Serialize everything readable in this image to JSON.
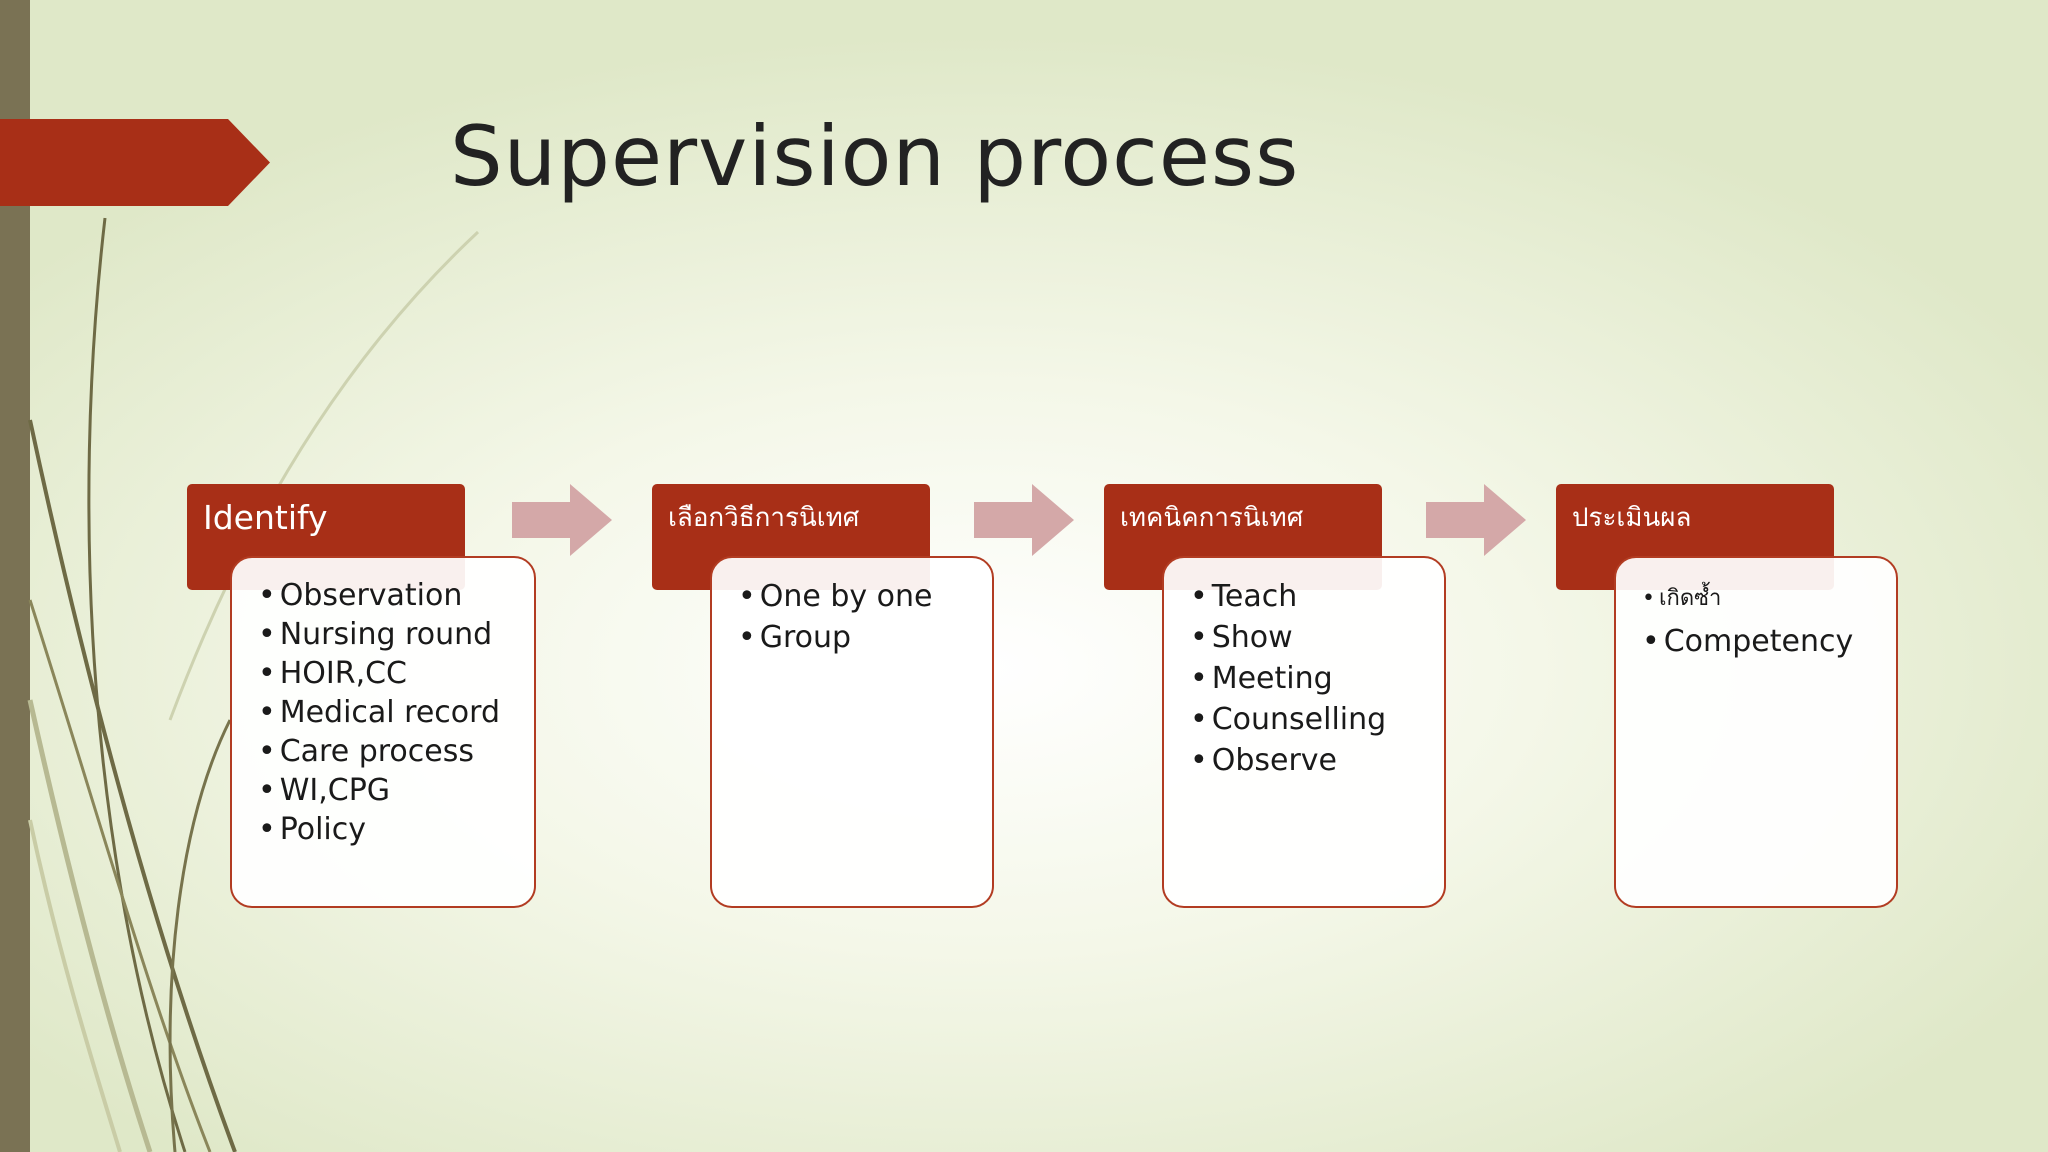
{
  "slide": {
    "title": "Supervision process",
    "colors": {
      "accent": "#a82f17",
      "box_border": "#b23c22",
      "flow_arrow": "#d4a8a8",
      "side_bar": "#7a7254",
      "background": "#eef2dc"
    }
  },
  "steps": [
    {
      "header": "Identify",
      "items": [
        "Observation",
        "Nursing round",
        "HOIR,CC",
        "Medical record",
        "Care process",
        "WI,CPG",
        "Policy"
      ]
    },
    {
      "header": "เลือกวิธีการนิเทศ",
      "items": [
        "One by one",
        "Group"
      ]
    },
    {
      "header": "เทคนิคการนิเทศ",
      "items": [
        "Teach",
        "Show",
        "Meeting",
        "Counselling",
        "Observe"
      ]
    },
    {
      "header": "ประเมินผล",
      "items": [
        "เกิดซ้ำ",
        "Competency"
      ]
    }
  ]
}
